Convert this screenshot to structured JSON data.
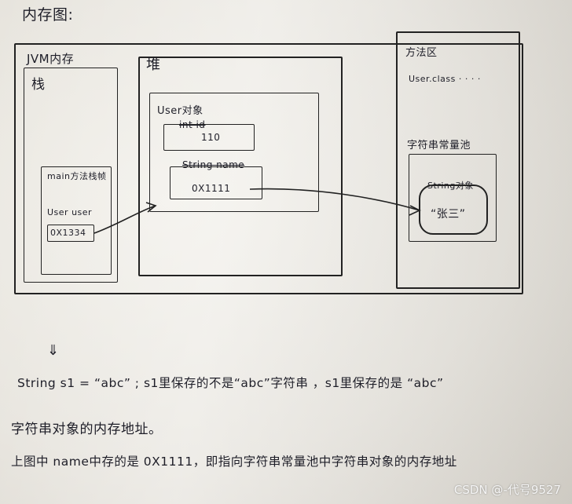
{
  "diagram": {
    "title": "内存图:",
    "jvm_label": "JVM内存",
    "stack_label": "栈",
    "frame_label": "main方法栈帧",
    "user_var_label": "User user",
    "user_var_value": "0X1334",
    "heap_label": "堆",
    "object_label": "User对象",
    "field_id_label": "int id",
    "field_id_value": "110",
    "field_name_label": "String name",
    "field_name_value": "0X1111",
    "method_area_label": "方法区",
    "class_label": "User.class · · · ·",
    "pool_label": "字符串常量池",
    "string_object_label": "String对象",
    "string_value": "“张三”"
  },
  "notes": {
    "down_arrow": "⇓",
    "line1": "String s1 = “abc” ;   s1里保存的不是“abc”字符串 ，s1里保存的是 “abc”",
    "line2": "字符串对象的内存地址。",
    "line3": "上图中 name中存的是 0X1111，即指向字符串常量池中字符串对象的内存地址"
  },
  "watermark": "CSDN @-代号9527",
  "colors": {
    "ink": "#1e1e28",
    "paper": "#e9e6df"
  }
}
